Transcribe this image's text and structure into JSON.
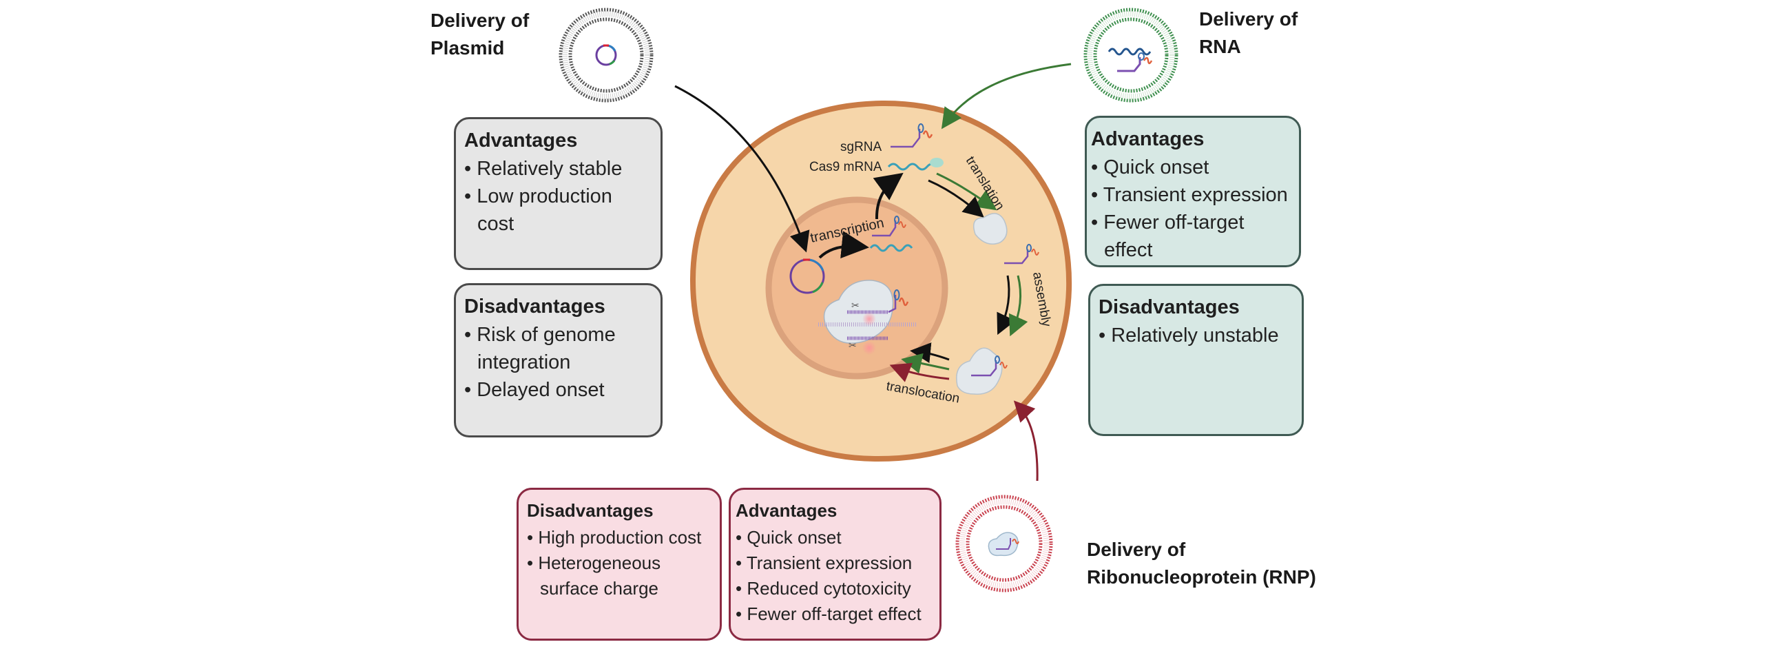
{
  "plasmid": {
    "title_line1": "Delivery of",
    "title_line2": "Plasmid",
    "accent": "#4a4a4a",
    "advantages": {
      "heading": "Advantages",
      "items": [
        "Relatively stable",
        "Low production cost"
      ]
    },
    "disadvantages": {
      "heading": "Disadvantages",
      "items": [
        "Risk of genome integration",
        "Delayed onset"
      ]
    }
  },
  "rna": {
    "title_line1": "Delivery of",
    "title_line2": "RNA",
    "accent": "#3b8a47",
    "advantages": {
      "heading": "Advantages",
      "items": [
        "Quick onset",
        "Transient expression",
        "Fewer off-target effect"
      ]
    },
    "disadvantages": {
      "heading": "Disadvantages",
      "items": [
        "Relatively unstable"
      ]
    }
  },
  "rnp": {
    "title_line1": "Delivery of",
    "title_line2": "Ribonucleoprotein (RNP)",
    "accent": "#8b2a43",
    "advantages": {
      "heading": "Advantages",
      "items": [
        "Quick onset",
        "Transient expression",
        "Reduced cytotoxicity",
        "Fewer off-target effect"
      ]
    },
    "disadvantages": {
      "heading": "Disadvantages",
      "items": [
        "High production cost",
        "Heterogeneous surface charge"
      ]
    }
  },
  "cell": {
    "labels": {
      "sgrna": "sgRNA",
      "cas9_mrna": "Cas9 mRNA",
      "transcription": "transcription",
      "translation": "translation",
      "assembly": "assembly",
      "translocation": "translocation"
    },
    "colors": {
      "cytoplasm": "#f6d6aa",
      "membrane": "#c97b45",
      "nucleus": "#f0b98f",
      "nuclear_envelope": "#dba27c",
      "protein": "#e3e8ec"
    }
  }
}
